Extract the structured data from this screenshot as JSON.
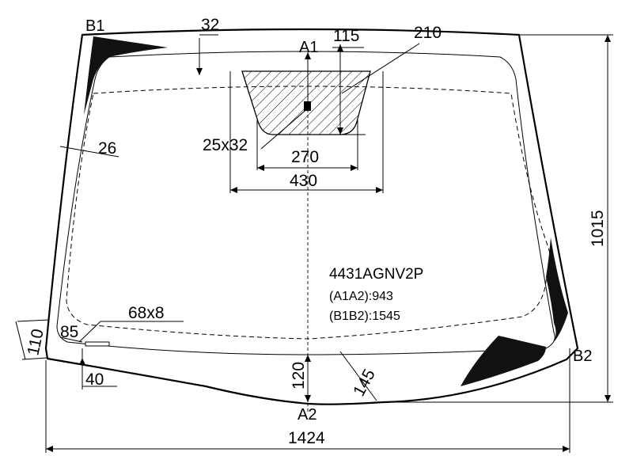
{
  "diagram": {
    "part_number": "4431AGNV2P",
    "a1a2": "(A1A2):943",
    "b1b2": "(B1B2):1545",
    "points": {
      "b1": "B1",
      "b2": "B2",
      "a1": "A1",
      "a2": "A2"
    },
    "dimensions": {
      "d32": "32",
      "d115": "115",
      "d210": "210",
      "d26": "26",
      "d25x32": "25x32",
      "d270": "270",
      "d430": "430",
      "d1015": "1015",
      "d68x8": "68x8",
      "d85": "85",
      "d110": "110",
      "d40": "40",
      "d120": "120",
      "d145": "145",
      "d1424": "1424"
    },
    "colors": {
      "line": "#000000",
      "fill_dark": "#111111",
      "background": "#ffffff"
    }
  }
}
